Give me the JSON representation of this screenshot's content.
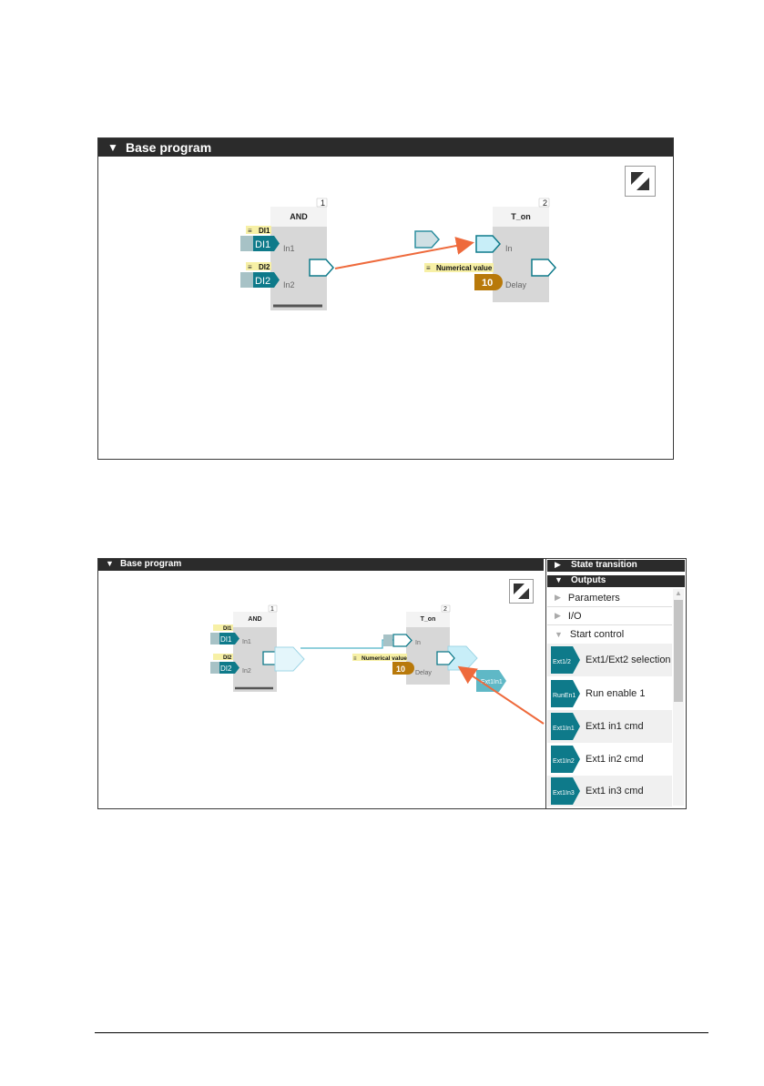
{
  "screen1": {
    "header_title": "Base program",
    "and_block": {
      "title": "AND",
      "number": "1",
      "in1": "In1",
      "in2": "In2",
      "di1_label": "DI1",
      "di1_tag": "DI1",
      "di2_label": "DI2",
      "di2_tag": "DI2"
    },
    "ton_block": {
      "title": "T_on",
      "number": "2",
      "in": "In",
      "delay": "Delay",
      "numerical_label": "Numerical value",
      "delay_value": "10"
    }
  },
  "screen2": {
    "header_title": "Base program",
    "and_block": {
      "title": "AND",
      "number": "1",
      "in1": "In1",
      "in2": "In2",
      "di1_label": "DI1",
      "di1_tag": "DI1",
      "di2_label": "DI2",
      "di2_tag": "DI2"
    },
    "ton_block": {
      "title": "T_on",
      "number": "2",
      "in": "In",
      "delay": "Delay",
      "numerical_label": "Numerical value",
      "delay_value": "10"
    },
    "drag_tag": "Ext1In1",
    "side_panel": {
      "state_transition": "State transition",
      "outputs": "Outputs",
      "parameters": "Parameters",
      "io": "I/O",
      "start_control": "Start control",
      "items": [
        {
          "tag": "Ext1/2",
          "label": "Ext1/Ext2 selection"
        },
        {
          "tag": "RunEn1",
          "label": "Run enable 1"
        },
        {
          "tag": "Ext1In1",
          "label": "Ext1 in1 cmd"
        },
        {
          "tag": "Ext1In2",
          "label": "Ext1 in2 cmd"
        },
        {
          "tag": "Ext1In3",
          "label": "Ext1 in3 cmd"
        }
      ]
    }
  },
  "colors": {
    "teal": "#0e7a8a",
    "light_cyan": "#c8eef8",
    "orange_arrow": "#ee6a3c",
    "delay_gold": "#b8790a",
    "label_yellow": "#f7f0a6",
    "block_gray": "#d7d7d7"
  }
}
